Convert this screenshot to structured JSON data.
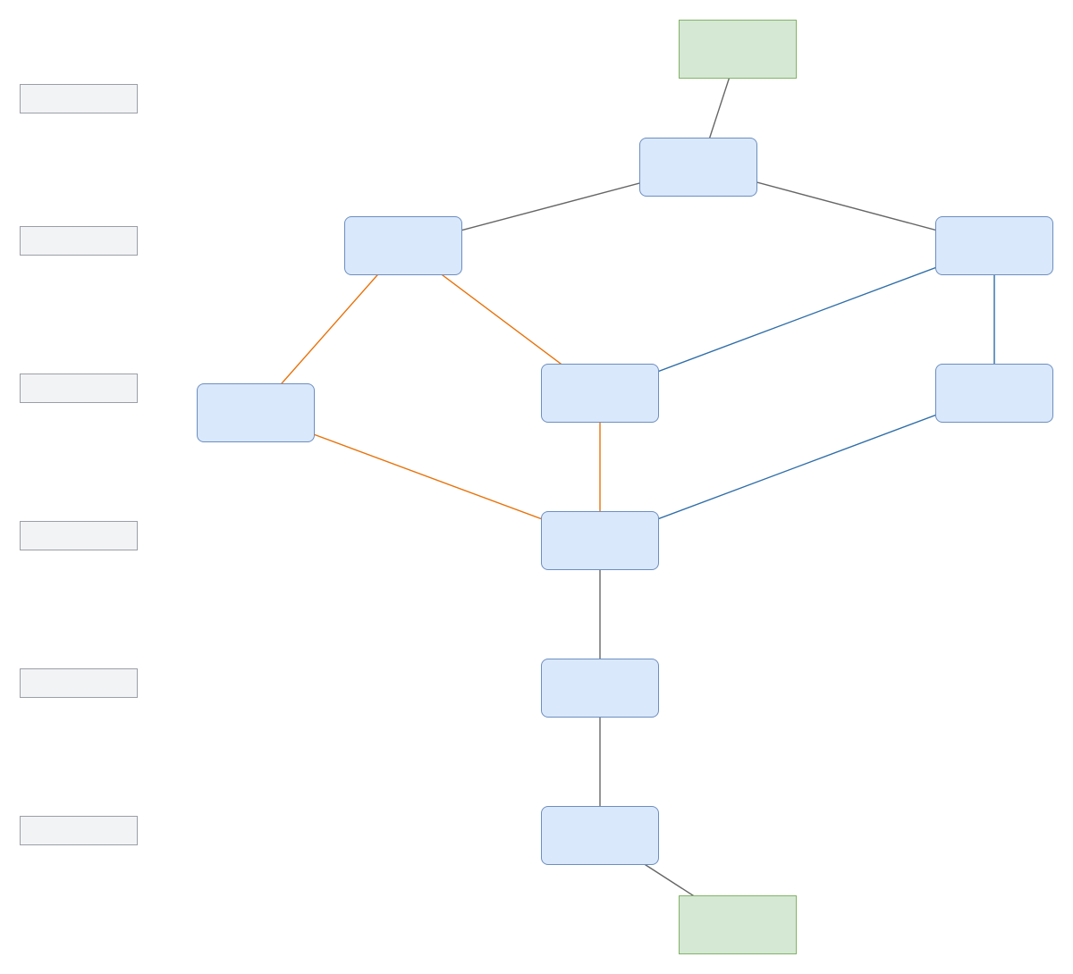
{
  "legend": [
    {
      "id": "legend-1",
      "label": "",
      "color": "#222222"
    },
    {
      "id": "legend-2",
      "label": "",
      "color": "#e8730c"
    },
    {
      "id": "legend-3",
      "label": "",
      "color": "#2f6ea8"
    },
    {
      "id": "legend-4",
      "label": "",
      "color": "#7a3fe0"
    },
    {
      "id": "legend-5",
      "label": "",
      "color": "#222222"
    },
    {
      "id": "legend-6",
      "label": "",
      "color": "#222222"
    }
  ],
  "terminals": {
    "start": {
      "label": ""
    },
    "end": {
      "label": ""
    }
  },
  "nodes": [
    {
      "id": "n1",
      "label": ""
    },
    {
      "id": "n2",
      "label": ""
    },
    {
      "id": "n3",
      "label": ""
    },
    {
      "id": "n4",
      "label": ""
    },
    {
      "id": "n5",
      "label": ""
    },
    {
      "id": "n6",
      "label": ""
    },
    {
      "id": "n7",
      "label": ""
    },
    {
      "id": "n8",
      "label": ""
    },
    {
      "id": "n9",
      "label": ""
    }
  ],
  "edge_colors": {
    "default": "#666666",
    "orange": "#e8730c",
    "blue": "#2f6ea8"
  }
}
